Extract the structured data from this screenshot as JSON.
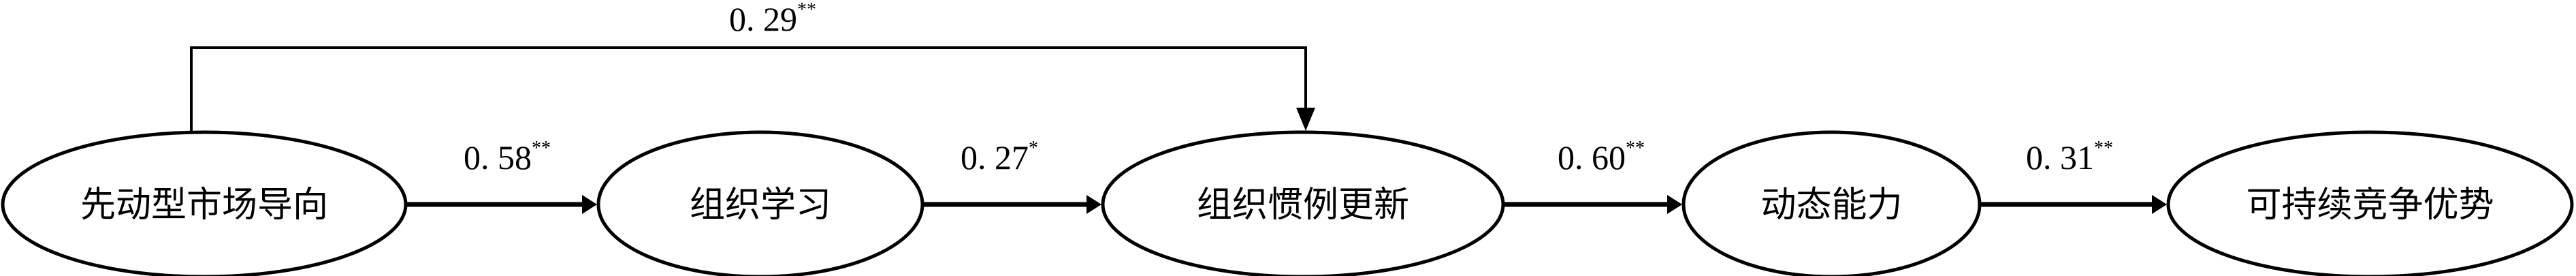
{
  "nodes": [
    {
      "id": "proactive-market-orientation",
      "label": "先动型市场导向"
    },
    {
      "id": "organizational-learning",
      "label": "组织学习"
    },
    {
      "id": "organizational-routine-renewal",
      "label": "组织惯例更新"
    },
    {
      "id": "dynamic-capability",
      "label": "动态能力"
    },
    {
      "id": "sustainable-competitive-advantage",
      "label": "可持续竞争优势"
    }
  ],
  "paths": [
    {
      "from": "proactive-market-orientation",
      "to": "organizational-learning",
      "coef": "0. 58",
      "sig": "**"
    },
    {
      "from": "organizational-learning",
      "to": "organizational-routine-renewal",
      "coef": "0. 27",
      "sig": "*"
    },
    {
      "from": "organizational-routine-renewal",
      "to": "dynamic-capability",
      "coef": "0. 60",
      "sig": "**"
    },
    {
      "from": "dynamic-capability",
      "to": "sustainable-competitive-advantage",
      "coef": "0. 31",
      "sig": "**"
    },
    {
      "from": "proactive-market-orientation",
      "to": "organizational-routine-renewal",
      "coef": "0. 29",
      "sig": "**"
    }
  ]
}
